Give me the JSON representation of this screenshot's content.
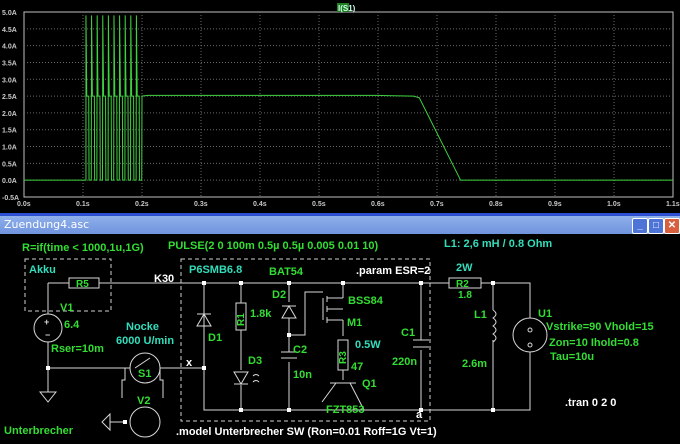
{
  "waveform": {
    "trace_label": "I(S1)",
    "colors": {
      "trace": "#3fd23f",
      "grid": "#7a7a7a",
      "axis": "#c0c0c0",
      "label": "#c8c8c8",
      "trace_label_bg": "#1f7f1f"
    }
  },
  "chart_data": {
    "type": "line",
    "title": "I(S1)",
    "xlabel": "",
    "ylabel": "",
    "xlim": [
      0.0,
      1.1
    ],
    "ylim": [
      -0.5,
      5.0
    ],
    "grid": true,
    "x_ticks": [
      "0.0s",
      "0.1s",
      "0.2s",
      "0.3s",
      "0.4s",
      "0.5s",
      "0.6s",
      "0.7s",
      "0.8s",
      "0.9s",
      "1.0s",
      "1.1s"
    ],
    "y_ticks": [
      "5.0A",
      "4.5A",
      "4.0A",
      "3.5A",
      "3.0A",
      "2.5A",
      "2.0A",
      "1.5A",
      "1.0A",
      "0.5A",
      "0.0A",
      "-0.5A"
    ],
    "series": [
      {
        "name": "I(S1)",
        "description": "0 A until 0.1s; ~10 bursts of pulses between 0.1s and 0.2s oscillating 0 A to ~2.5 A with spikes up to ~4.9-5.0 A; then steady ~2.52 A until ~0.67s; linear fall to 0 A reaching zero near 0.74s; 0 A to 1.1s",
        "x": [
          0.0,
          0.1,
          0.2,
          0.21,
          0.6,
          0.66,
          0.67,
          0.74,
          1.1
        ],
        "y": [
          0.0,
          0.0,
          2.5,
          2.52,
          2.52,
          2.5,
          2.45,
          0.0,
          0.0
        ],
        "pulse_burst": {
          "start": 0.105,
          "end": 0.2,
          "count": 10,
          "low": 0.0,
          "mid": 2.5,
          "peak": 4.9
        }
      }
    ]
  },
  "window": {
    "title": "Zuendung4.asc",
    "minimize_label": "_",
    "maximize_label": "□",
    "close_label": "✕"
  },
  "schematic": {
    "colors": {
      "wire": "#d8d8d8",
      "green": "#33dd33",
      "cyan": "#33ddbb",
      "white": "#ffffff",
      "dash": "#cfcfcf"
    },
    "directives": {
      "resistor_expr": "R=if(time < 1000,1u,1G)",
      "pulse": "PULSE(2 0 100m 0.5µ 0.5µ 0.005 0.01 10)",
      "coil_note": "L1: 2,6 mH / 0.8 Ohm",
      "param": ".param ESR=2",
      "model": ".model Unterbrecher SW (Ron=0.01 Roff=1G Vt=1)",
      "tran": ".tran 0 2 0"
    },
    "labels": {
      "akku": "Akku",
      "k30": "K30",
      "nocke": "Nocke",
      "rpm": "6000 U/min",
      "unterbrecher": "Unterbrecher",
      "node_x": "x",
      "node_a": "a",
      "p6smb": "P6SMB6.8",
      "bat54": "BAT54",
      "bss84": "BSS84",
      "fzt853": "FZT853",
      "r2_power": "2W",
      "r3_power": "0.5W"
    },
    "components": {
      "R5": {
        "name": "R5"
      },
      "V1": {
        "name": "V1",
        "value": "6.4",
        "extra": "Rser=10m"
      },
      "S1": {
        "name": "S1"
      },
      "V2": {
        "name": "V2"
      },
      "D1": {
        "name": "D1"
      },
      "R1": {
        "name": "R1",
        "value": "1.8k"
      },
      "D3": {
        "name": "D3"
      },
      "D2": {
        "name": "D2"
      },
      "C2": {
        "name": "C2",
        "value": "10n"
      },
      "M1": {
        "name": "M1"
      },
      "R3": {
        "name": "R3",
        "value": "47"
      },
      "Q1": {
        "name": "Q1"
      },
      "C1": {
        "name": "C1",
        "value": "220n"
      },
      "R2": {
        "name": "R2",
        "value": "1.8"
      },
      "L1": {
        "name": "L1",
        "value": "2.6m"
      },
      "U1": {
        "name": "U1",
        "params": [
          "Vstrike=90 Vhold=15",
          "Zon=10 Ihold=0.8",
          "Tau=10u"
        ]
      }
    }
  }
}
